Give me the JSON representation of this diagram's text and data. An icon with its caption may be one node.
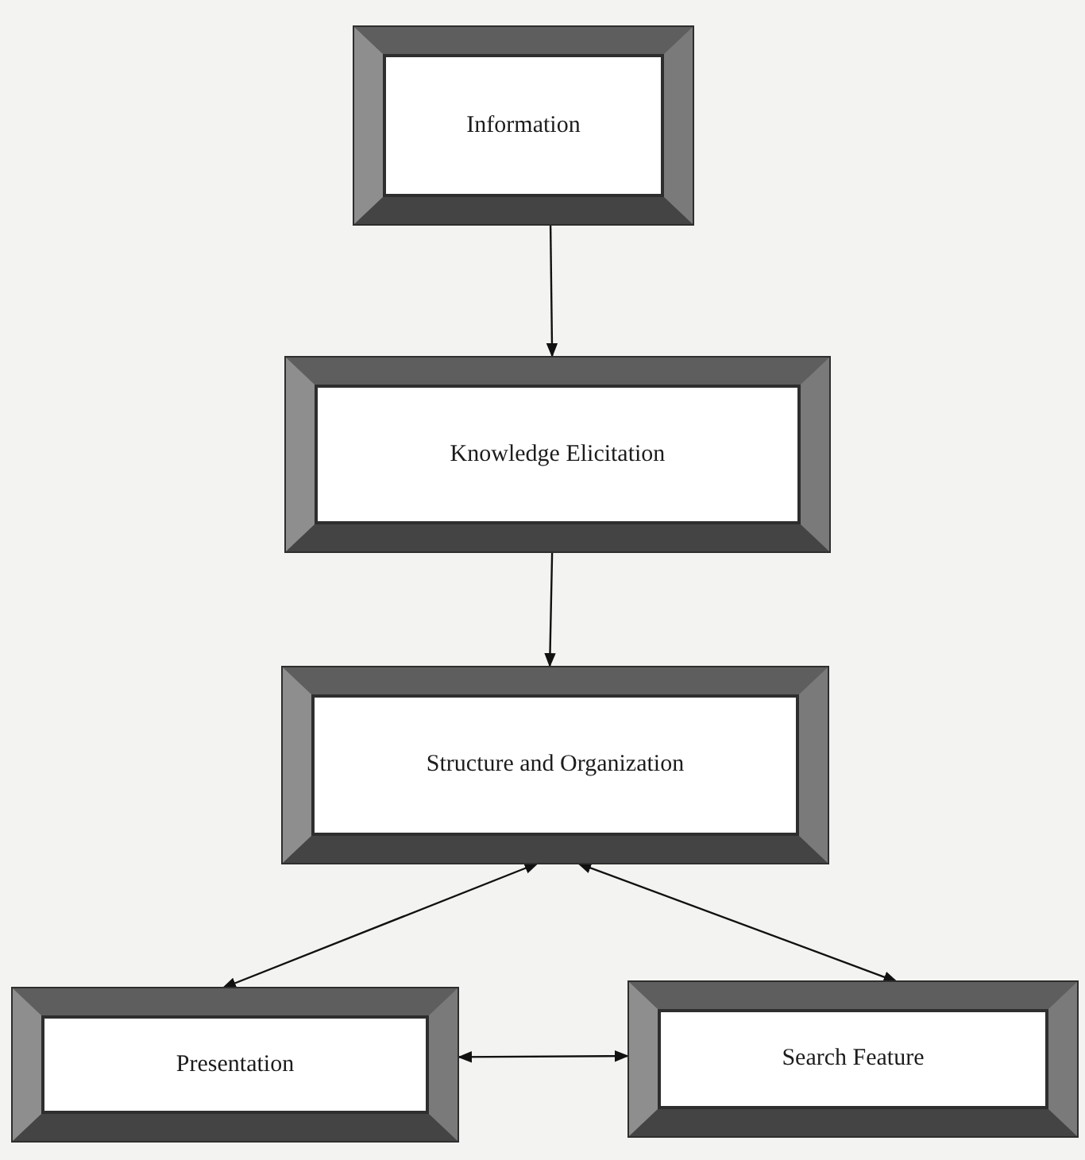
{
  "diagram": {
    "nodes": [
      {
        "text": [
          "Information"
        ]
      },
      {
        "text": [
          "Knowledge Elicitation"
        ]
      },
      {
        "text": [
          "Structure and Organization"
        ]
      },
      {
        "text": [
          "Presentation"
        ]
      },
      {
        "text": [
          "Search Feature"
        ]
      }
    ],
    "edges": [
      {
        "from": 0,
        "to": 1,
        "arrow": "to"
      },
      {
        "from": 1,
        "to": 2,
        "arrow": "to"
      },
      {
        "from": 2,
        "to": 3,
        "arrow": "both"
      },
      {
        "from": 2,
        "to": 4,
        "arrow": "both"
      },
      {
        "from": 3,
        "to": 4,
        "arrow": "both"
      }
    ]
  }
}
